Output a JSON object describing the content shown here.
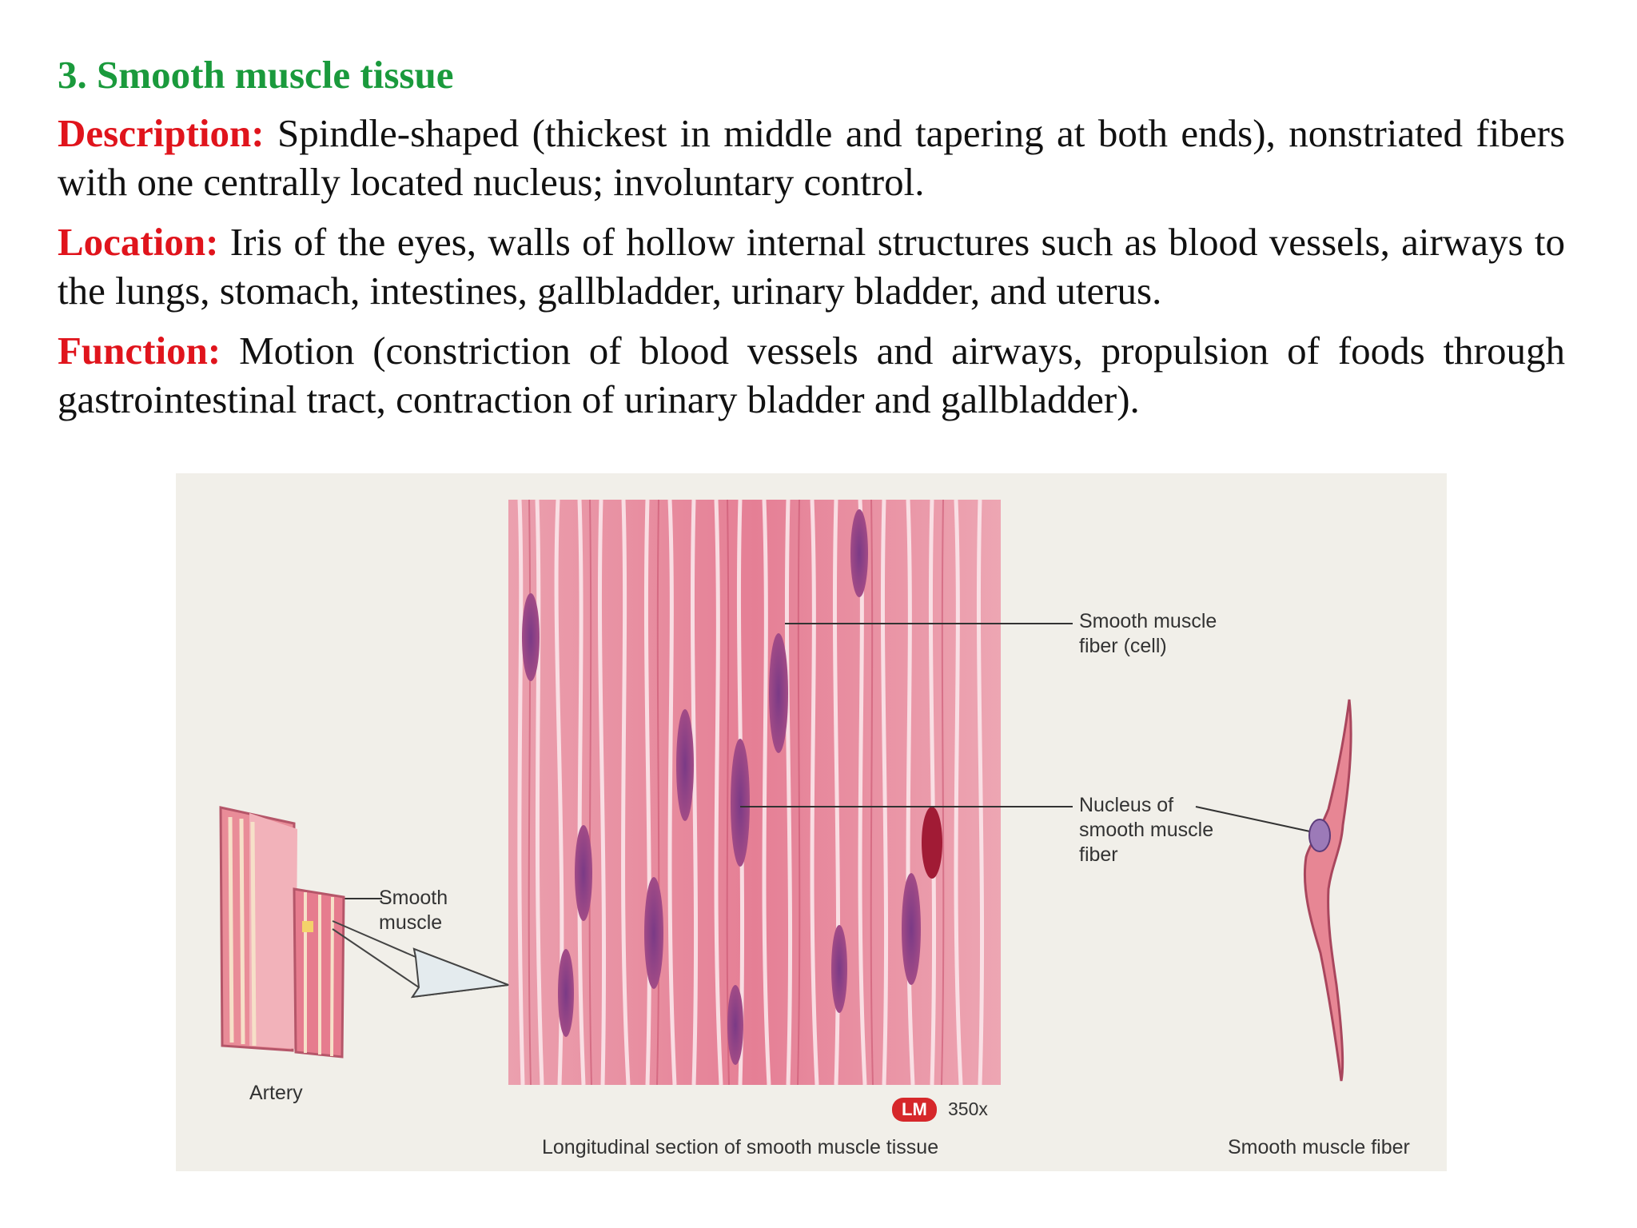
{
  "heading": "3. Smooth muscle tissue",
  "description": {
    "label": "Description:",
    "text": "Spindle-shaped (thickest in middle and tapering at both ends), nonstriated fibers with one centrally located nucleus; involuntary control."
  },
  "location": {
    "label": "Location:",
    "text": "Iris of the eyes, walls of hollow internal structures such as blood vessels, airways to the lungs, stomach, intestines, gallbladder, urinary bladder, and uterus."
  },
  "function": {
    "label": "Function:",
    "text": "Motion (constriction of blood vessels and airways, propulsion of foods through gastrointestinal tract, contraction of urinary bladder and gallbladder)."
  },
  "figure": {
    "label_fiber_cell_line1": "Smooth muscle",
    "label_fiber_cell_line2": "fiber (cell)",
    "label_nucleus_line1": "Nucleus of",
    "label_nucleus_line2": "smooth muscle",
    "label_nucleus_line3": "fiber",
    "label_smooth_muscle_line1": "Smooth",
    "label_smooth_muscle_line2": "muscle",
    "label_artery": "Artery",
    "badge_lm": "LM",
    "magnification": "350x",
    "caption_section": "Longitudinal section of smooth muscle tissue",
    "caption_fiber": "Smooth muscle fiber"
  },
  "colors": {
    "heading": "#1a9a3c",
    "label": "#e0141c",
    "tissue_pink": "#e98a9c",
    "nucleus_purple": "#8a3f7e",
    "figure_bg": "#f1efe9"
  }
}
